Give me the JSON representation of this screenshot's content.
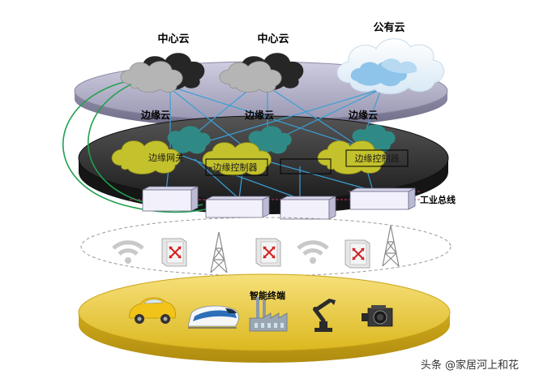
{
  "labels": {
    "center_cloud_1": "中心云",
    "center_cloud_2": "中心云",
    "public_cloud": "公有云",
    "edge_cloud_1": "边缘云",
    "edge_cloud_2": "边缘云",
    "edge_cloud_3": "边缘云",
    "edge_gateway": "边缘网关",
    "edge_controller_1": "边缘控制器",
    "edge_controller_2": "边缘控制器",
    "industrial_bus": "工业总线",
    "smart_terminal": "智能终端",
    "watermark": "头条 @家居河上和花"
  },
  "colors": {
    "top_platform": "#a8a6bd",
    "middle_platform": "#2e2e2e",
    "bottom_platform": "#e8c93a",
    "edge_cloud_olive": "#c4c22c",
    "edge_cloud_teal": "#2f8a86",
    "dark_cloud": "#262626",
    "gray_cloud": "#b5b5b5",
    "public_cloud": "#8fc4ea",
    "link_blue": "#3a9fd6",
    "link_green": "#20a050",
    "module_face": "#f2f1fb"
  },
  "icons": {
    "network_layer": [
      "wifi-icon",
      "router-icon",
      "tower-icon",
      "router-icon",
      "wifi-icon",
      "router-icon",
      "tower-icon"
    ],
    "terminals": [
      "car-icon",
      "train-icon",
      "factory-icon",
      "robot-arm-icon",
      "camera-icon"
    ]
  }
}
